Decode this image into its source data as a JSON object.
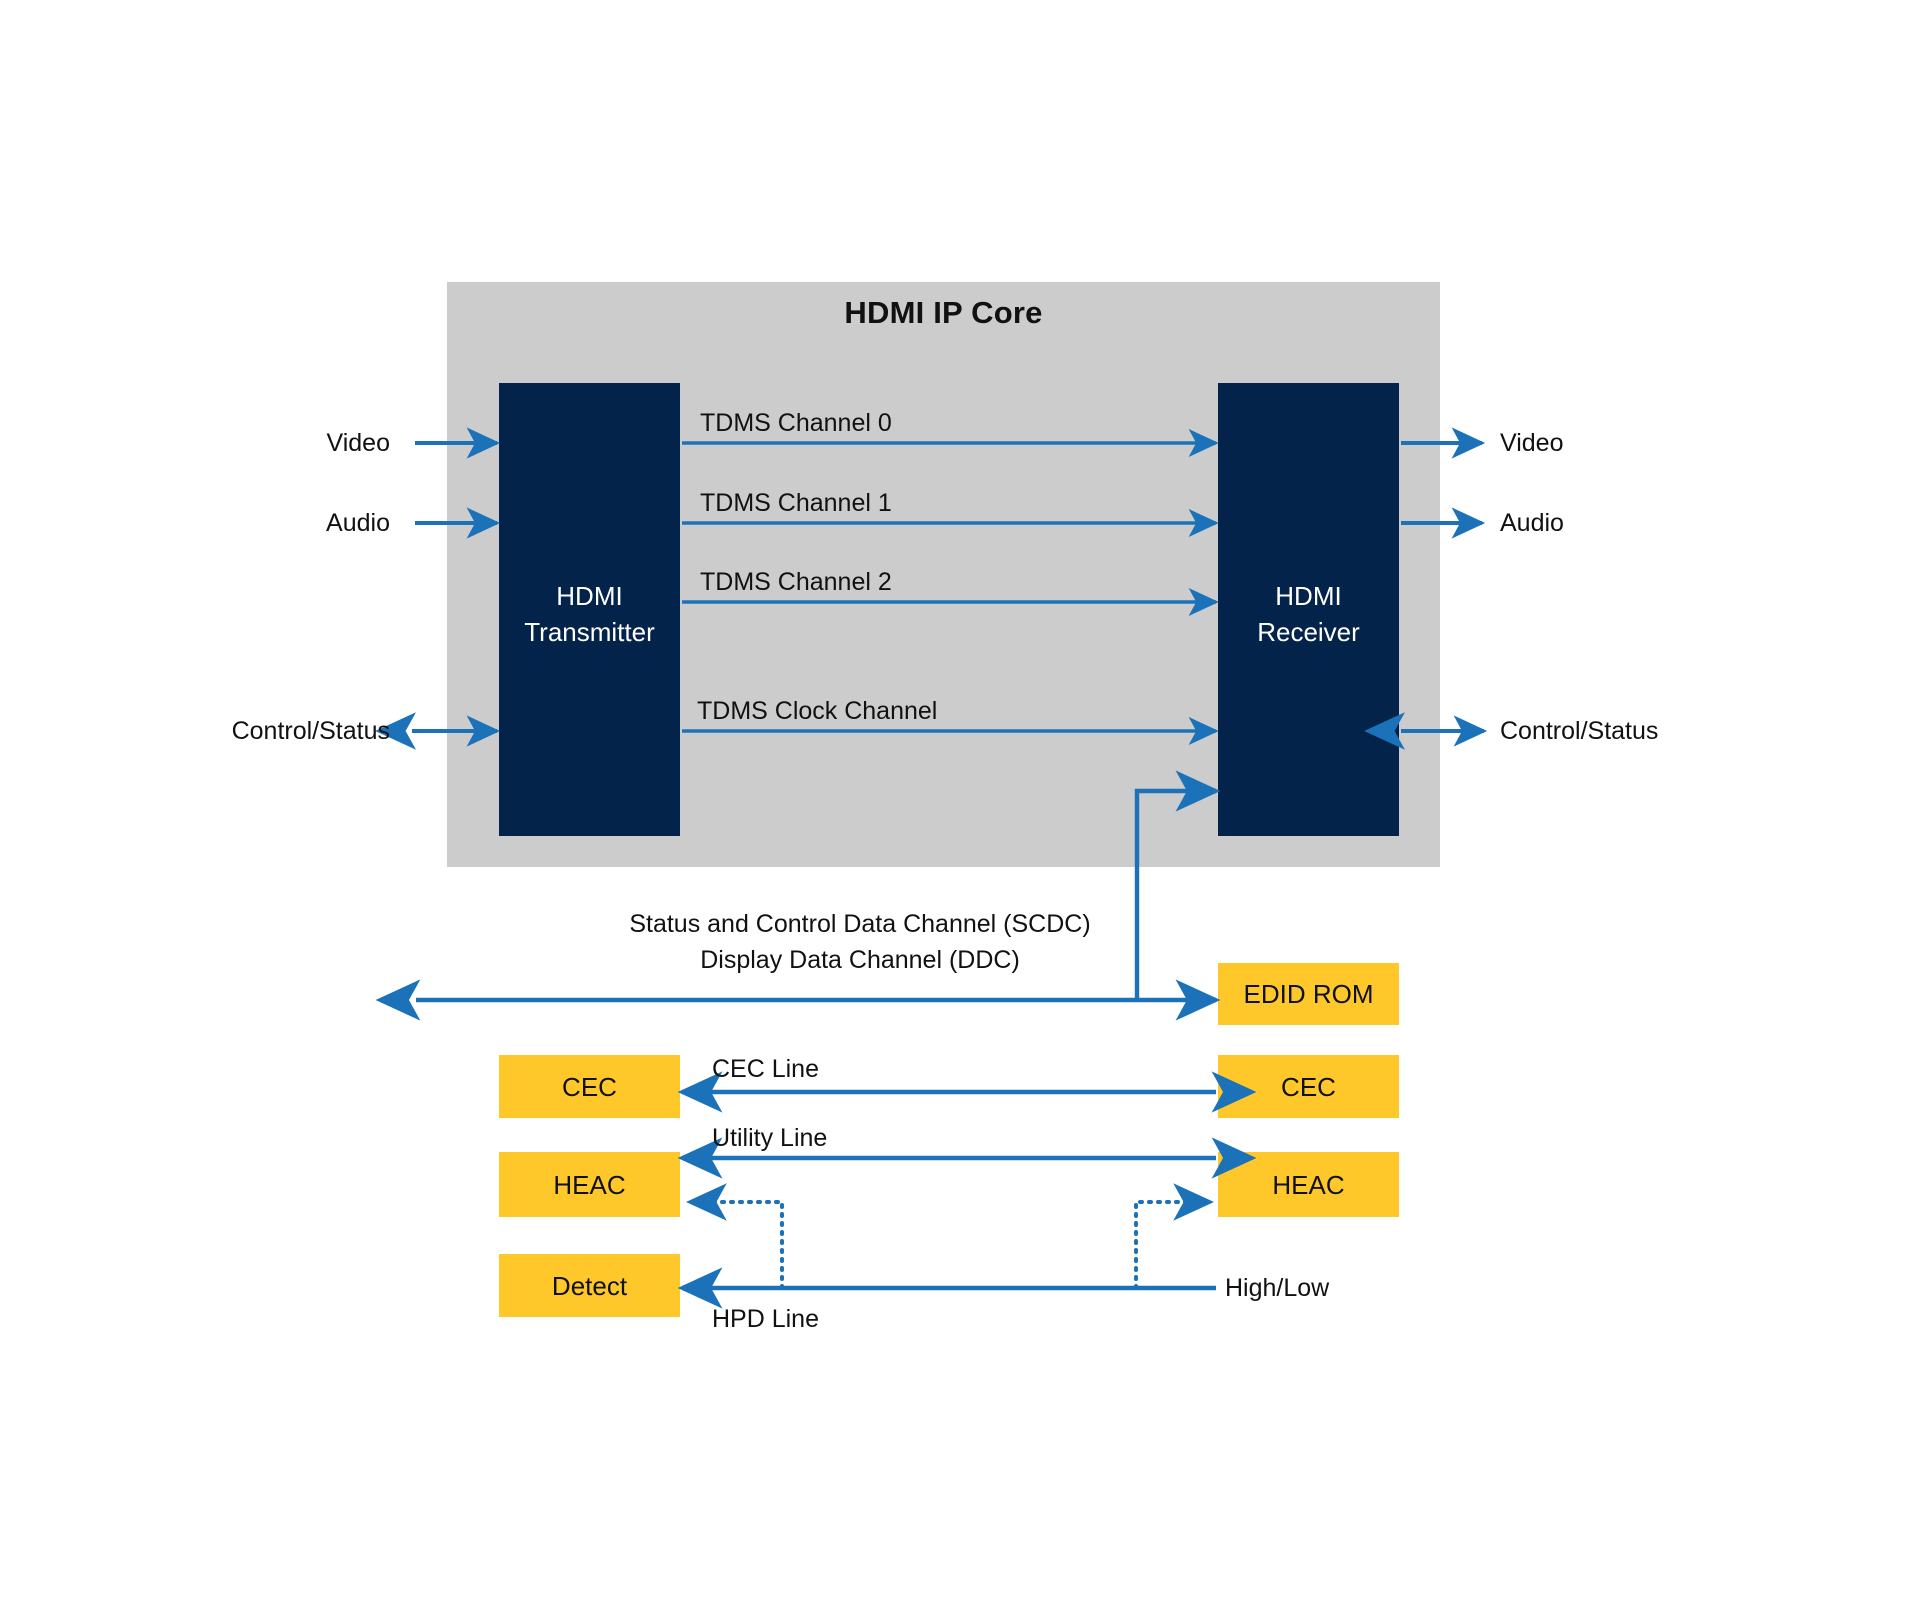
{
  "diagram": {
    "title": "HDMI IP Core",
    "palette": {
      "core_background": "#CCCCCC",
      "block_navy": "#03234B",
      "block_yellow": "#FFC82A",
      "wire_blue": "#1B72B8",
      "text_dark": "#111111",
      "page_background": "#FFFFFF"
    },
    "blocks": {
      "transmitter": "HDMI\nTransmitter",
      "transmitter_line1": "HDMI",
      "transmitter_line2": "Transmitter",
      "receiver_line1": "HDMI",
      "receiver_line2": "Receiver",
      "edid_rom": "EDID ROM",
      "cec_left": "CEC",
      "cec_right": "CEC",
      "heac_left": "HEAC",
      "heac_right": "HEAC",
      "detect": "Detect"
    },
    "ports": {
      "left": [
        {
          "label": "Video",
          "direction": "in"
        },
        {
          "label": "Audio",
          "direction": "in"
        },
        {
          "label": "Control/Status",
          "direction": "bidirectional"
        }
      ],
      "right": [
        {
          "label": "Video",
          "direction": "out"
        },
        {
          "label": "Audio",
          "direction": "out"
        },
        {
          "label": "Control/Status",
          "direction": "bidirectional"
        }
      ]
    },
    "channels": [
      {
        "label": "TDMS Channel 0",
        "direction": "tx-to-rx"
      },
      {
        "label": "TDMS Channel 1",
        "direction": "tx-to-rx"
      },
      {
        "label": "TDMS Channel 2",
        "direction": "tx-to-rx"
      },
      {
        "label": "TDMS Clock Channel",
        "direction": "tx-to-rx"
      }
    ],
    "side_channels": {
      "scdc_line1": "Status and Control Data Channel (SCDC)",
      "scdc_line2": "Display Data Channel (DDC)",
      "cec_line": "CEC Line",
      "utility_line": "Utility Line",
      "hpd_line": "HPD Line",
      "high_low": "High/Low"
    }
  }
}
